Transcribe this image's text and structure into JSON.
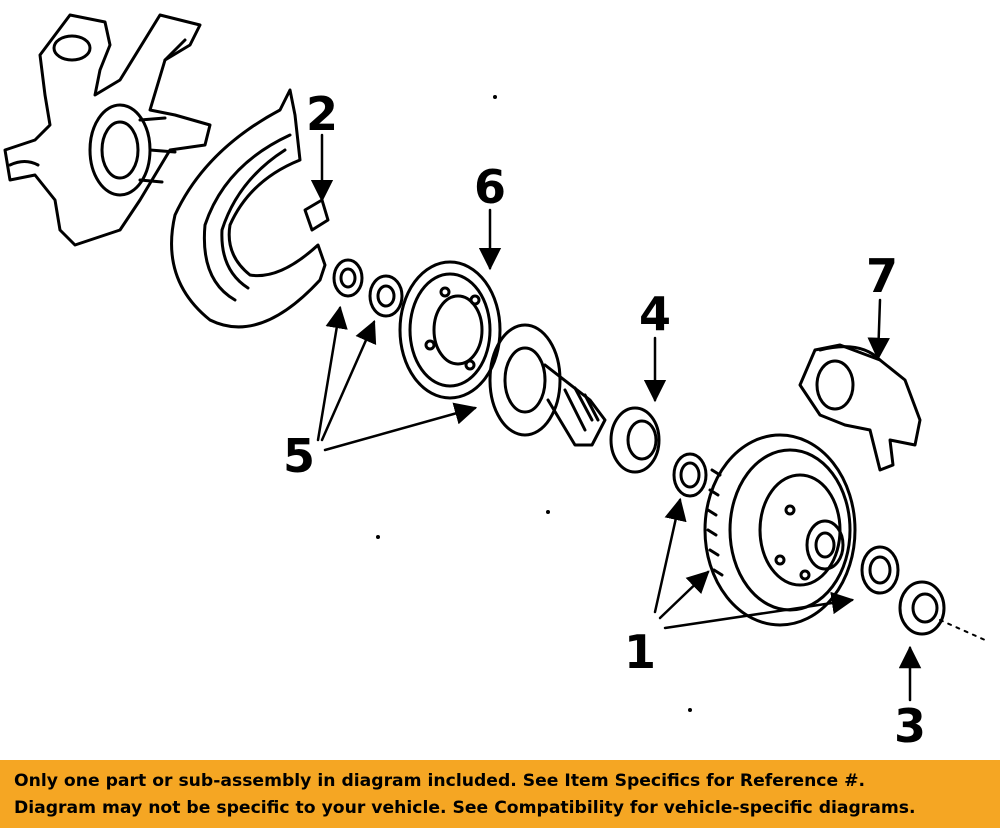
{
  "callouts": [
    "1",
    "2",
    "3",
    "4",
    "5",
    "6",
    "7"
  ],
  "banner": {
    "line1": "Only one part or sub-assembly in diagram included. See Item Specifics for Reference #.",
    "line2": "Diagram may not be specific to your vehicle. See Compatibility for vehicle-specific diagrams.",
    "background": "#f5a623"
  },
  "colors": {
    "ink": "#000000",
    "paper": "#ffffff"
  }
}
